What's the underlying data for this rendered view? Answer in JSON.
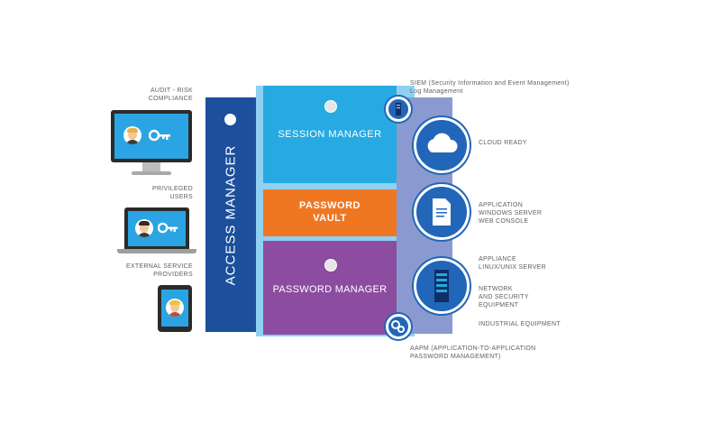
{
  "users": [
    {
      "label": "AUDIT - RISK\nCOMPLIANCE"
    },
    {
      "label": "PRIVILEGED\nUSERS"
    },
    {
      "label": "EXTERNAL SERVICE\nPROVIDERS"
    }
  ],
  "access_manager": {
    "label": "ACCESS MANAGER"
  },
  "session_manager": {
    "label": "SESSION MANAGER"
  },
  "password_vault": {
    "label": "PASSWORD\nVAULT"
  },
  "password_manager": {
    "label": "PASSWORD MANAGER"
  },
  "siem": {
    "label": "SIEM (Security Information and Event Management)\nLog Management"
  },
  "aapm": {
    "label": "AAPM (APPLICATION-TO-APPLICATION\nPASSWORD MANAGEMENT)"
  },
  "targets": {
    "cloud": "CLOUD READY",
    "application": "APPLICATION\nWINDOWS SERVER\nWEB CONSOLE",
    "appliance": "APPLIANCE\nLINUX/UNIX SERVER",
    "network": "NETWORK\nAND SECURITY\nEQUIPMENT",
    "industrial": "INDUSTRIAL EQUIPMENT"
  },
  "colors": {
    "access_manager": "#1c4f9c",
    "session_manager": "#27aae1",
    "password_vault": "#f07722",
    "password_manager": "#8c4da0",
    "light_bar": "#8fd0f3",
    "lavender_bar": "#8a9ad1",
    "circle": "#2166b8"
  },
  "icons": [
    "monitor-icon",
    "laptop-icon",
    "tablet-icon",
    "key-icon",
    "server-icon",
    "cloud-icon",
    "document-icon",
    "gears-icon"
  ]
}
